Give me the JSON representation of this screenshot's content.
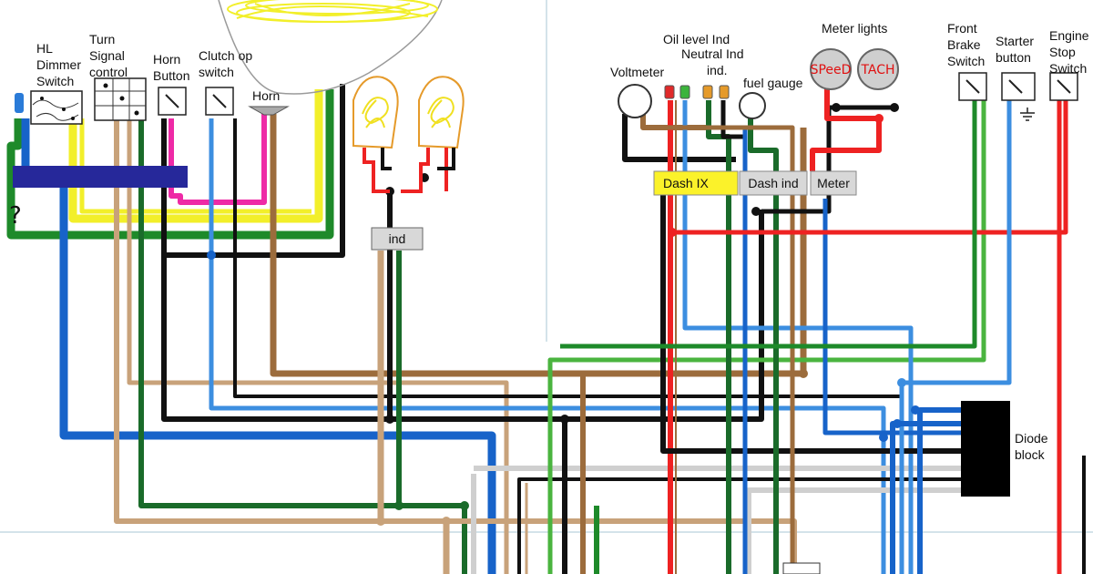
{
  "labels": {
    "hl_dimmer": [
      "HL",
      "Dimmer",
      "Switch"
    ],
    "turn_signal": [
      "Turn",
      "Signal",
      "control"
    ],
    "horn_button": [
      "Horn",
      "Button"
    ],
    "clutch_switch": [
      "Clutch op",
      "switch"
    ],
    "horn": "Horn",
    "voltmeter": "Voltmeter",
    "oil_level": "Oil level Ind",
    "neutral": [
      "Neutral Ind",
      "ind."
    ],
    "fuel_gauge": "fuel gauge",
    "meter_lights": "Meter lights",
    "speedo": "SPeeD",
    "tach": "TACH",
    "front_brake": [
      "Front",
      "Brake",
      "Switch"
    ],
    "starter": [
      "Starter",
      "button"
    ],
    "engine_stop": [
      "Engine",
      "Stop",
      "Switch"
    ],
    "dash_ix": "Dash IX",
    "dash_ind": "Dash ind",
    "meter": "Meter",
    "ind": "ind",
    "diode_block": [
      "Diode",
      "block"
    ],
    "question": "?"
  },
  "colors": {
    "blue": "#1763c9",
    "light_blue": "#3c8ee0",
    "green": "#1e8a2a",
    "dark_green": "#1a6b2a",
    "light_green": "#4ab43f",
    "yellow": "#f2ef2a",
    "black": "#111111",
    "brown": "#9c6c3c",
    "tan": "#c8a27a",
    "red": "#ee2222",
    "pink": "#ee2aa6",
    "grey": "#cfcfcf",
    "navy_bar": "#26289a",
    "dash_ix_fill": "#fbf22a",
    "dash_ind_fill": "#d8d8d8",
    "diode_fill": "#000000"
  }
}
